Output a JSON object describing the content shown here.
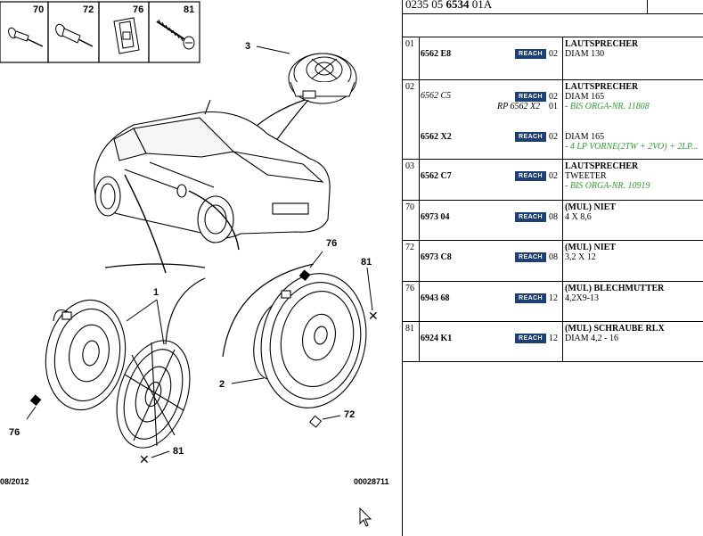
{
  "header": {
    "code_prefix": "0235 05 ",
    "code_bold": "6534",
    "code_suffix": " 01A"
  },
  "diagram": {
    "callouts": {
      "c70": "70",
      "c72": "72",
      "c76": "76",
      "c81": "81",
      "c3": "3",
      "c1": "1",
      "c2": "2",
      "c76b": "76",
      "c81b": "81",
      "c76c": "76",
      "c81c": "81",
      "c72b": "72"
    },
    "footer_date": "08/2012",
    "footer_code": "00028711"
  },
  "reach_label": "REACH",
  "parts": [
    {
      "num": "01",
      "entries": [
        {
          "ref": "6562 E8",
          "qty": "02",
          "d1": "LAUTSPRECHER",
          "d2": "DIAM 130",
          "d3": ""
        }
      ]
    },
    {
      "num": "02",
      "entries": [
        {
          "ref": "6562 C5",
          "qty": "02",
          "d1": "LAUTSPRECHER",
          "d2": "DIAM 165",
          "d3": "- BIS ORGA-NR. 11808",
          "rp": "RP 6562 X2",
          "rp_qty": "01",
          "alt": true
        },
        {
          "ref": "6562 X2",
          "qty": "02",
          "d1": "",
          "d2": "DIAM 165",
          "d3": "- 4 LP VORNE(2TW + 2VO) + 2LP..."
        }
      ]
    },
    {
      "num": "03",
      "entries": [
        {
          "ref": "6562 C7",
          "qty": "02",
          "d1": "LAUTSPRECHER",
          "d2": "TWEETER",
          "d3": "- BIS ORGA-NR. 10919"
        }
      ]
    },
    {
      "num": "70",
      "entries": [
        {
          "ref": "6973 04",
          "qty": "08",
          "d1": "(MUL) NIET",
          "d2": "4 X 8,6",
          "d3": ""
        }
      ]
    },
    {
      "num": "72",
      "entries": [
        {
          "ref": "6973 C8",
          "qty": "08",
          "d1": "(MUL) NIET",
          "d2": "3,2 X 12",
          "d3": ""
        }
      ]
    },
    {
      "num": "76",
      "entries": [
        {
          "ref": "6943 68",
          "qty": "12",
          "d1": "(MUL) BLECHMUTTER",
          "d2": "4,2X9-13",
          "d3": ""
        }
      ]
    },
    {
      "num": "81",
      "entries": [
        {
          "ref": "6924 K1",
          "qty": "12",
          "d1": "(MUL) SCHRAUBE RLX",
          "d2": "DIAM 4,2 - 16",
          "d3": ""
        }
      ]
    }
  ]
}
